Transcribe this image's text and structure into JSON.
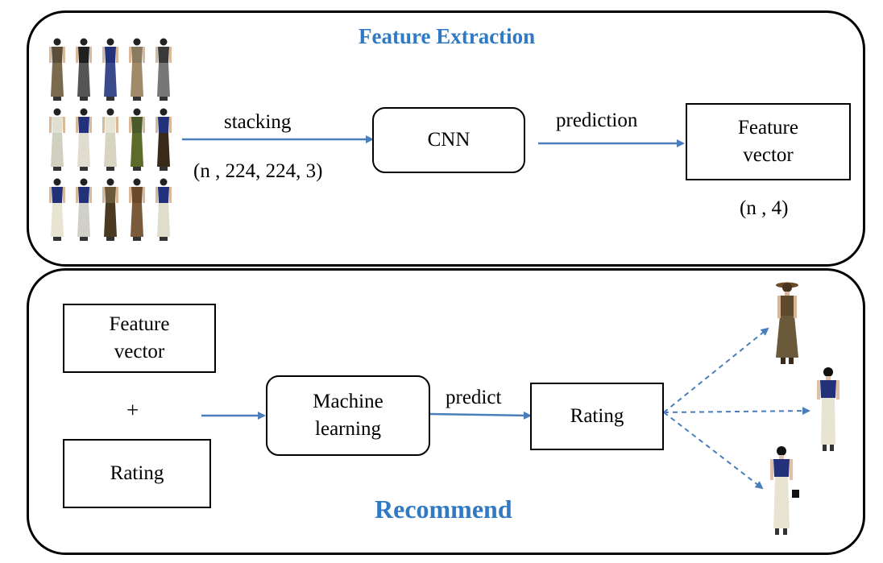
{
  "feature_extraction": {
    "title": "Feature Extraction",
    "stacking_label": "stacking",
    "input_shape": "(n , 224, 224, 3)",
    "cnn_label": "CNN",
    "prediction_label": "prediction",
    "feature_vector_line1": "Feature",
    "feature_vector_line2": "vector",
    "output_shape": "(n , 4)"
  },
  "recommend": {
    "title": "Recommend",
    "feature_vector_line1": "Feature",
    "feature_vector_line2": "vector",
    "plus": "+",
    "rating_input": "Rating",
    "ml_line1": "Machine",
    "ml_line2": "learning",
    "predict_label": "predict",
    "rating_output": "Rating"
  },
  "colors": {
    "title_blue": "#2f7ac2",
    "arrow_blue": "#4a7ebb",
    "outfit_brown": "#6b5a3a",
    "outfit_navy": "#23307a",
    "outfit_cream": "#e8e4d2"
  }
}
